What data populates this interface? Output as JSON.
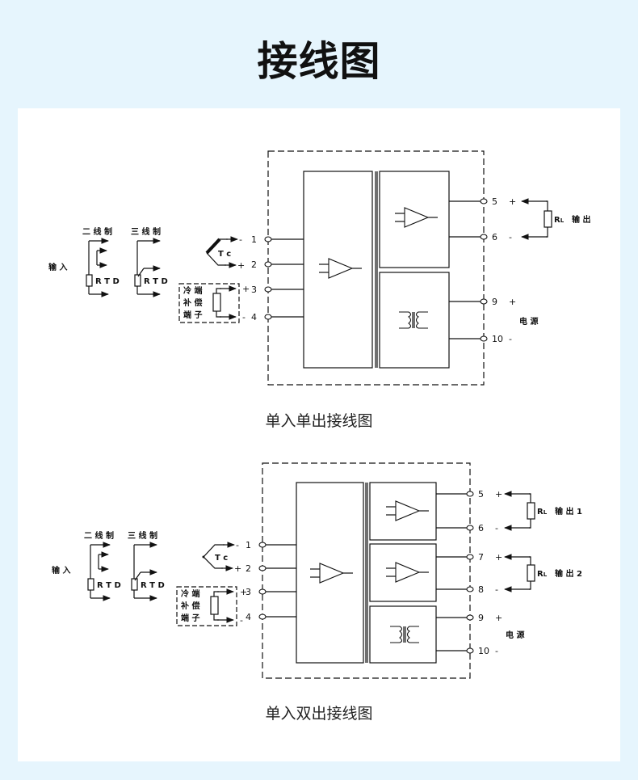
{
  "page": {
    "title": "接线图",
    "background_color": "#e6f5fd",
    "panel_color": "#ffffff"
  },
  "diagrams": [
    {
      "id": "single-in-single-out",
      "caption": "单入单出接线图",
      "input_label": "输入",
      "rtd_two_wire_label": "二线制",
      "rtd_three_wire_label": "三线制",
      "rtd_label": "RTD",
      "tc_label": "Tc",
      "cjc_label": [
        "冷端",
        "补偿",
        "端子"
      ],
      "input_terminals": [
        {
          "num": "1",
          "sign": "-"
        },
        {
          "num": "2",
          "sign": "+"
        },
        {
          "num": "3",
          "sign": "+"
        },
        {
          "num": "4",
          "sign": "-"
        }
      ],
      "output_terminals": [
        {
          "num": "5",
          "sign": "+"
        },
        {
          "num": "6",
          "sign": "-"
        },
        {
          "num": "9",
          "sign": "+"
        },
        {
          "num": "10",
          "sign": "-"
        }
      ],
      "load_labels": [
        {
          "rl": "R",
          "sub": "L",
          "text": "输出"
        }
      ],
      "power_label": "电源"
    },
    {
      "id": "single-in-dual-out",
      "caption": "单入双出接线图",
      "input_label": "输入",
      "rtd_two_wire_label": "二线制",
      "rtd_three_wire_label": "三线制",
      "rtd_label": "RTD",
      "tc_label": "Tc",
      "cjc_label": [
        "冷端",
        "补偿",
        "端子"
      ],
      "input_terminals": [
        {
          "num": "1",
          "sign": "-"
        },
        {
          "num": "2",
          "sign": "+"
        },
        {
          "num": "3",
          "sign": "+"
        },
        {
          "num": "4",
          "sign": "-"
        }
      ],
      "output_terminals": [
        {
          "num": "5",
          "sign": "+"
        },
        {
          "num": "6",
          "sign": "-"
        },
        {
          "num": "7",
          "sign": "+"
        },
        {
          "num": "8",
          "sign": "-"
        },
        {
          "num": "9",
          "sign": "+"
        },
        {
          "num": "10",
          "sign": "-"
        }
      ],
      "load_labels": [
        {
          "rl": "R",
          "sub": "L",
          "text": "输出 1"
        },
        {
          "rl": "R",
          "sub": "L",
          "text": "输出 2"
        }
      ],
      "power_label": "电源"
    }
  ]
}
